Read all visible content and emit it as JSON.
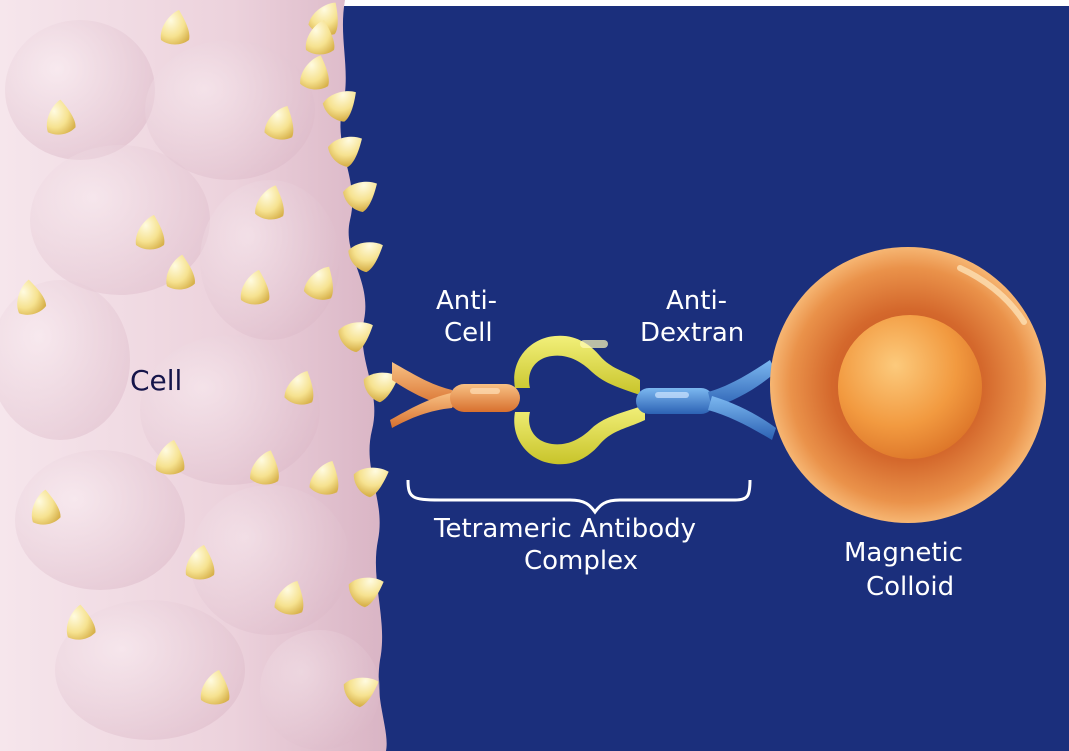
{
  "labels": {
    "cell": "Cell",
    "anti_cell_line1": "Anti-",
    "anti_cell_line2": "Cell",
    "anti_dextran_line1": "Anti-",
    "anti_dextran_line2": "Dextran",
    "complex_line1": "Tetrameric Antibody",
    "complex_line2": "Complex",
    "colloid_line1": "Magnetic",
    "colloid_line2": "Colloid"
  },
  "colors": {
    "background": "#1b2f7c",
    "cell": "#f0d8e2",
    "receptors": "#f4e08a",
    "anti_cell_antibody": "#e88e40",
    "linker_antibodies": "#d8d838",
    "anti_dextran_antibody": "#3c7ad0",
    "magnetic_colloid_shell": "#d86a2a",
    "magnetic_colloid_core": "#f09a3c"
  }
}
